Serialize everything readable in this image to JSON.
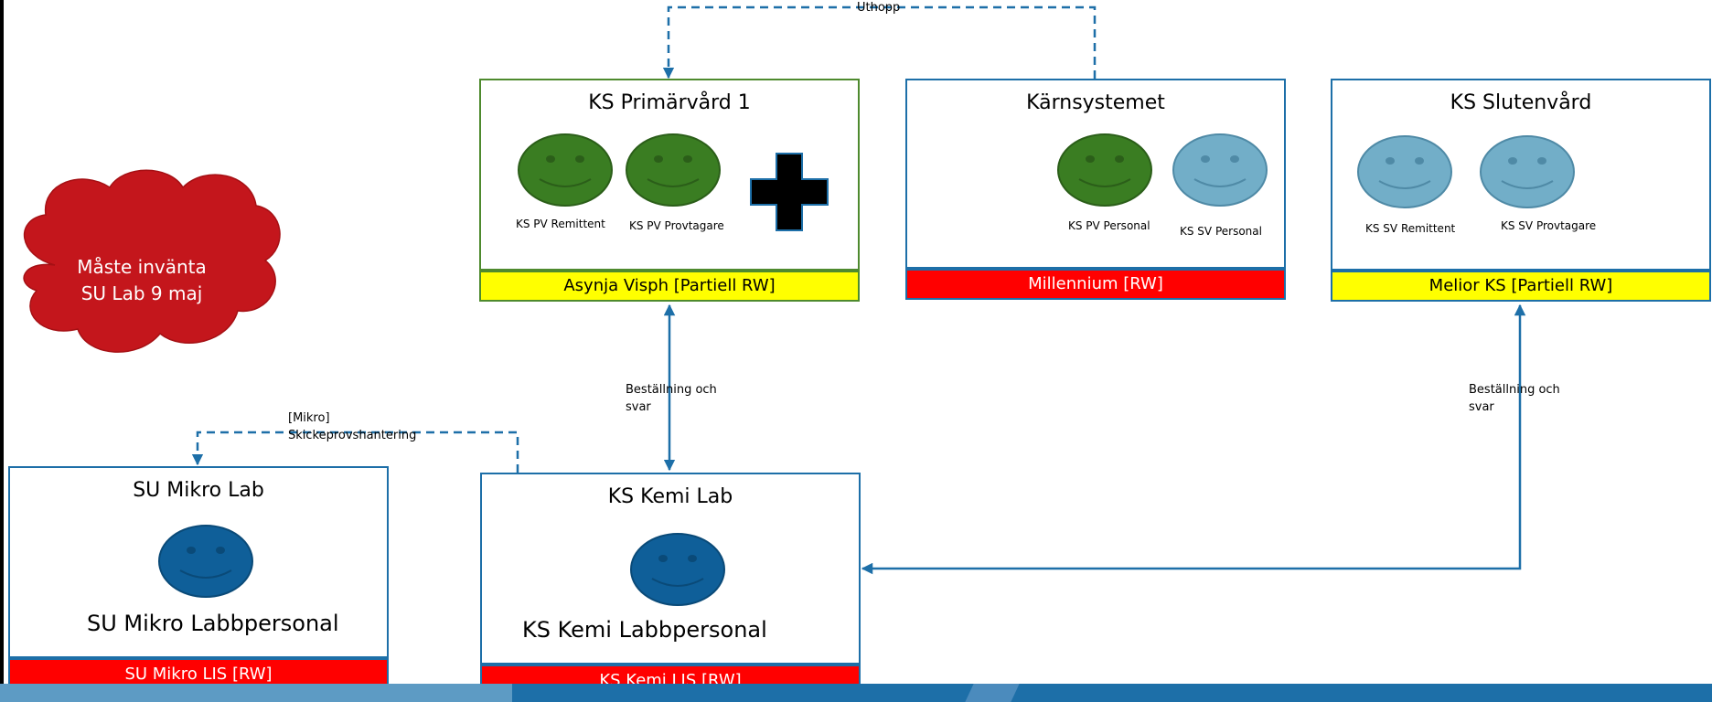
{
  "colors": {
    "green_face": "#3a7d22",
    "blue_face": "#0f5f99",
    "light_blue_face": "#72aec8",
    "yellow_bar": "#ffff00",
    "red_bar": "#ff0000",
    "cloud_red": "#c4161c",
    "connector": "#1d6fa8",
    "green_border": "#4e8a2e",
    "blue_border": "#1d6fa8"
  },
  "cloud": {
    "text_line1": "Måste invänta",
    "text_line2": "SU Lab 9 maj"
  },
  "boxes": {
    "ks_primarvard": {
      "title": "KS Primärvård 1",
      "system": "Asynja Visph [Partiell RW]",
      "actors": [
        "KS PV Remittent",
        "KS PV Provtagare"
      ],
      "icon": "cross-icon"
    },
    "karnsystemet": {
      "title": "Kärnsystemet",
      "system": "Millennium [RW]",
      "actors": [
        "KS PV Personal",
        "KS SV Personal"
      ]
    },
    "ks_slutenvard": {
      "title": "KS Slutenvård",
      "system": "Melior KS [Partiell RW]",
      "actors": [
        "KS SV Remittent",
        "KS SV Provtagare"
      ]
    },
    "su_mikro_lab": {
      "title": "SU Mikro Lab",
      "person": "SU Mikro Labbpersonal",
      "system": "SU Mikro LIS [RW]"
    },
    "ks_kemi_lab": {
      "title": "KS Kemi Lab",
      "person": "KS Kemi Labbpersonal",
      "system": "KS Kemi LIS [RW]"
    }
  },
  "edges": {
    "uthopp": "Uthopp",
    "mikro_line1": "[Mikro]",
    "mikro_line2": "Skickeprovshantering",
    "order_pv_line1": "Beställning och",
    "order_pv_line2": "svar",
    "order_sv_line1": "Beställning och",
    "order_sv_line2": "svar"
  }
}
